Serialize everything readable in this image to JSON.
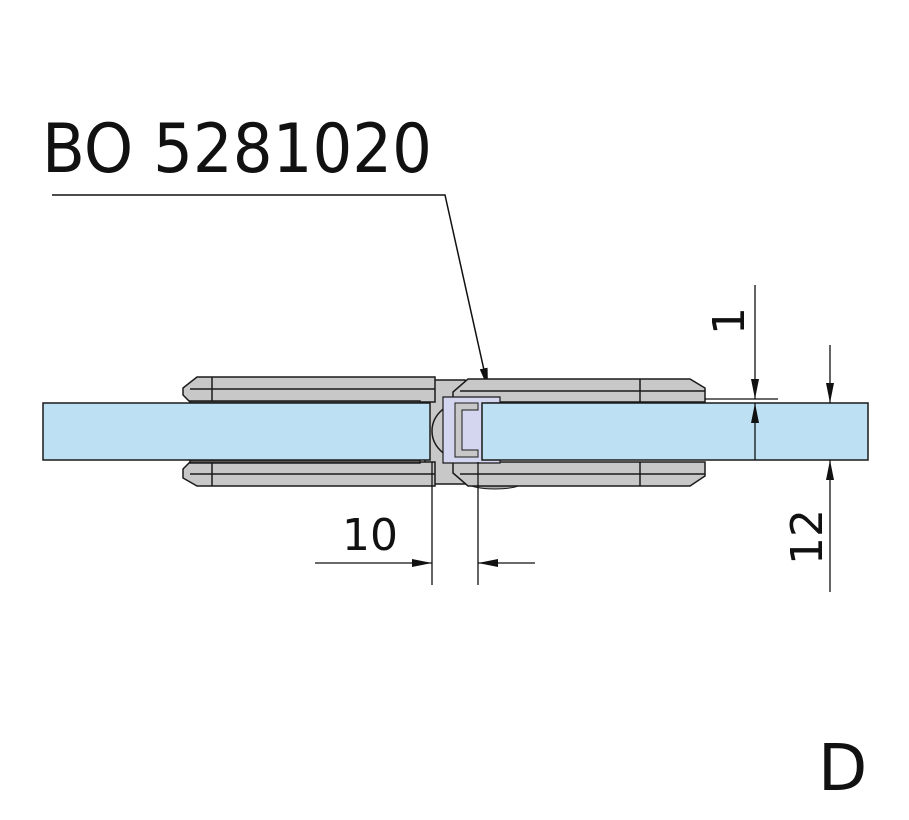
{
  "part_label": "BO 5281020",
  "dimensions": {
    "gap": "10",
    "offset": "1",
    "glass_thickness": "12"
  },
  "view_label": "D",
  "colors": {
    "glass": "#bde0f3",
    "metal": "#c8c8c8",
    "seal": "#d3d6ee",
    "line": "#1a1a1a"
  }
}
